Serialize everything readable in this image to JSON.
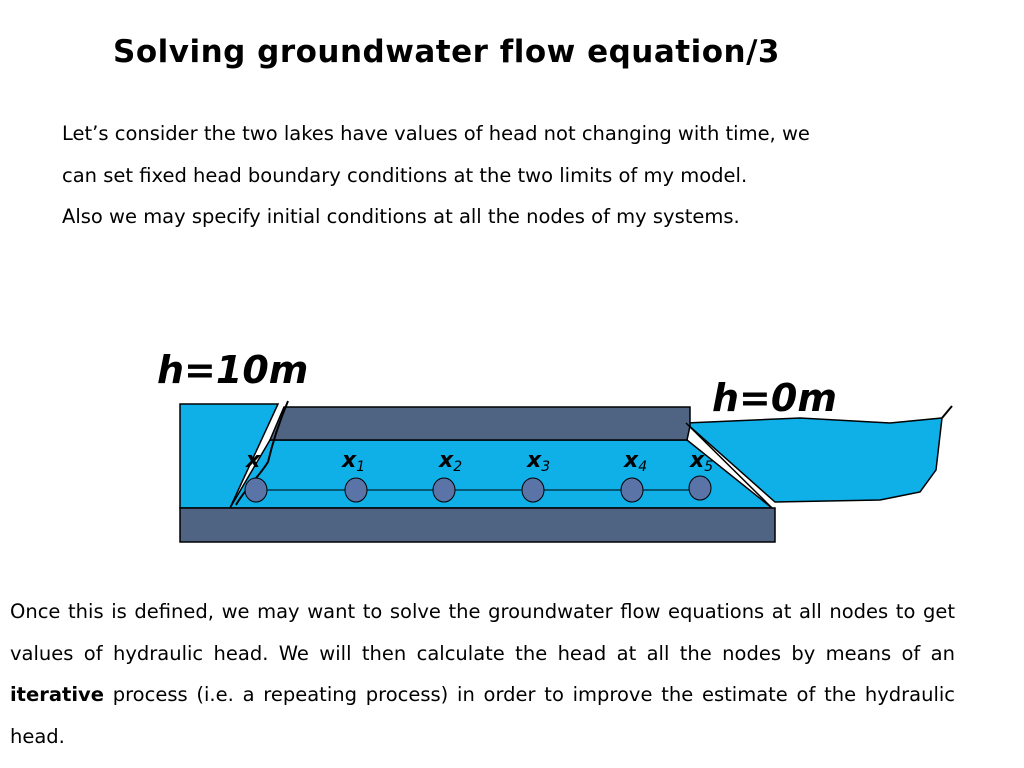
{
  "slide": {
    "title": "Solving groundwater flow equation/3",
    "intro_lines": [
      "Let’s consider the two lakes have values of head not changing with time, we",
      "can set fixed head boundary conditions at the two limits of my model.",
      "Also we may specify initial conditions at all the nodes of my systems."
    ],
    "outro_part1": "Once this is defined, we may want to solve the groundwater flow equations at all nodes to get values of hydraulic head. We will then calculate the head at all the nodes by means of an ",
    "outro_bold": "iterative",
    "outro_part2": " process (i.e. a repeating process) in order to improve the estimate of the hydraulic head."
  },
  "diagram": {
    "left_head_label": "h=10m",
    "right_head_label": "h=0m",
    "nodes": [
      {
        "var": "x",
        "sub": ""
      },
      {
        "var": "x",
        "sub": "1"
      },
      {
        "var": "x",
        "sub": "2"
      },
      {
        "var": "x",
        "sub": "3"
      },
      {
        "var": "x",
        "sub": "4"
      },
      {
        "var": "x",
        "sub": "5"
      }
    ],
    "colors": {
      "water": "#0fb0e8",
      "confining_layer": "#4f6382",
      "node_fill": "#5b74a8",
      "outline": "#000000"
    }
  }
}
